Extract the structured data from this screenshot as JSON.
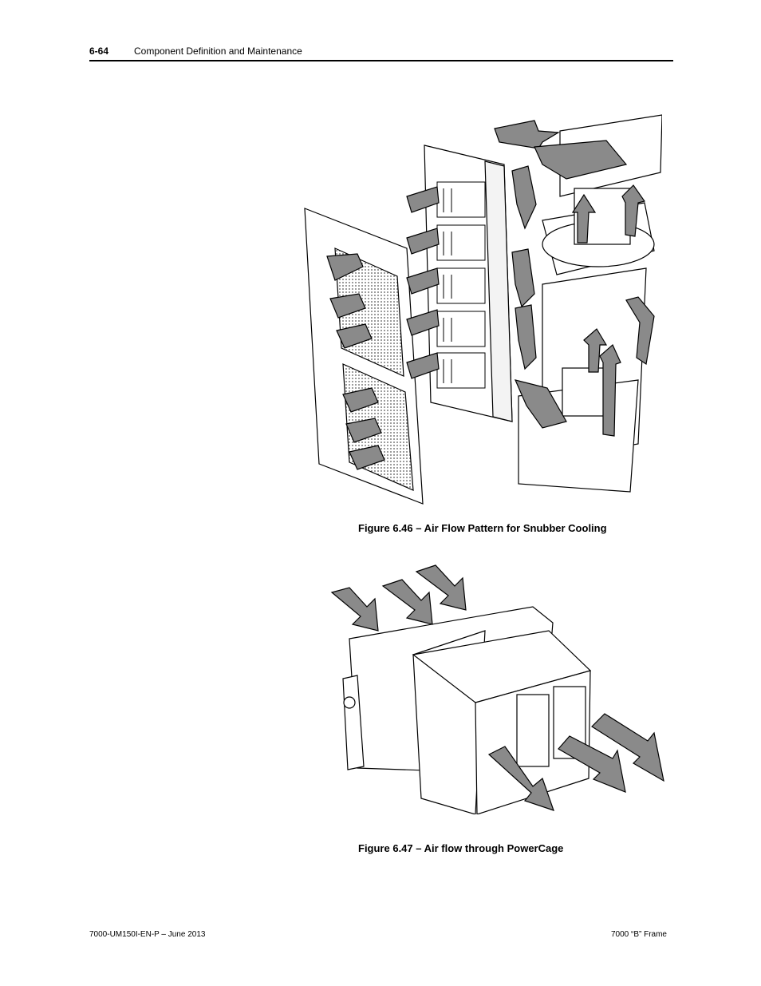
{
  "header": {
    "page_number": "6-64",
    "section_title": "Component Definition and Maintenance"
  },
  "figures": [
    {
      "caption": "Figure 6.46 – Air Flow Pattern for Snubber Cooling"
    },
    {
      "caption": "Figure 6.47 – Air flow through PowerCage"
    }
  ],
  "footer": {
    "doc_id": "7000-UM150I-EN-P – June 2013",
    "product": "7000 “B” Frame"
  },
  "colors": {
    "arrow_fill": "#8a8a8a",
    "arrow_outline": "#000000",
    "line_art": "#000000"
  }
}
